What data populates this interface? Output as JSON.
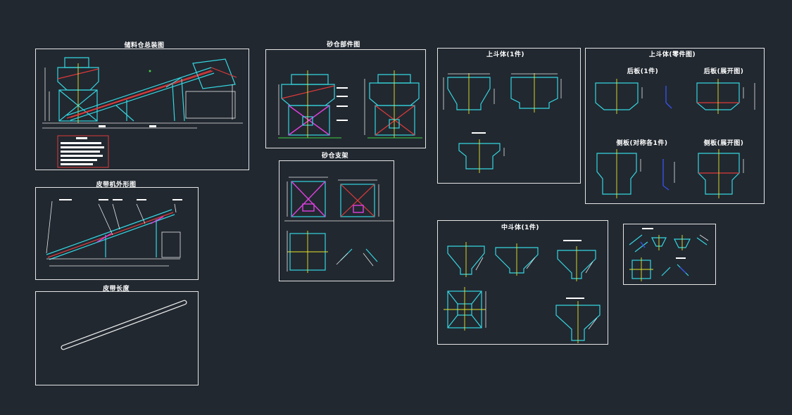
{
  "drawing": {
    "background": "#212830",
    "line_colors": {
      "structure": "#35d6e0",
      "dimension": "#e8e8e8",
      "belt": "#e03a3a",
      "centerline": "#e6e62a",
      "brace": "#e040e0"
    },
    "panels": [
      {
        "id": "overview",
        "title": "储料仓总装图"
      },
      {
        "id": "hopper-parts",
        "title": "砂仓部件图"
      },
      {
        "id": "upper-hopper",
        "title": "上斗体(1件)"
      },
      {
        "id": "upper-hopper-parts",
        "title": "上斗体(零件图)"
      },
      {
        "id": "conveyor-outline",
        "title": "皮带机外形图"
      },
      {
        "id": "bin-support",
        "title": "砂仓支架"
      },
      {
        "id": "belt-length",
        "title": "皮带长度"
      },
      {
        "id": "middle-hopper",
        "title": "中斗体(1件)"
      },
      {
        "id": "lower-hopper",
        "title": ""
      }
    ],
    "part_labels": {
      "rear-plate": "后板(1件)",
      "rear-plate-unfolded": "后板(展开图)",
      "side-plate-pair": "侧板(对称各1件)",
      "side-plate-unfolded": "侧板(展开图)"
    }
  }
}
